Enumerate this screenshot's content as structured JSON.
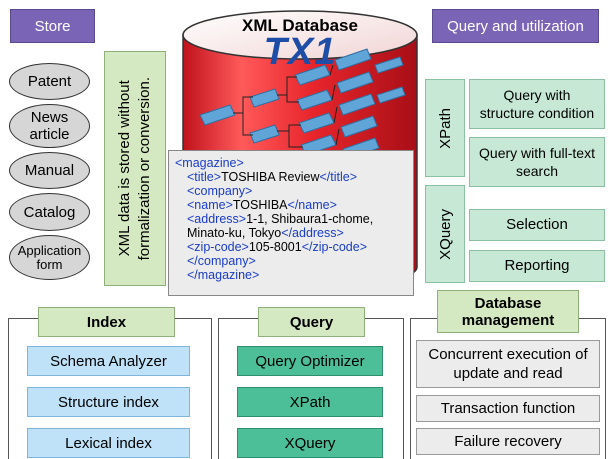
{
  "headers": {
    "store": "Store",
    "query_util": "Query and utilization"
  },
  "db": {
    "title": "XML Database",
    "logo": "TX1"
  },
  "store_items": [
    "Patent",
    "News article",
    "Manual",
    "Catalog",
    "Application form"
  ],
  "store_note": {
    "line1": "XML data is stored without",
    "line2": "formalization or conversion."
  },
  "xml_lines": [
    {
      "indent": 0,
      "parts": [
        [
          "t",
          "<magazine>"
        ]
      ]
    },
    {
      "indent": 1,
      "parts": [
        [
          "t",
          "<title>"
        ],
        [
          "d",
          "TOSHIBA Review"
        ],
        [
          "t",
          "</title>"
        ]
      ]
    },
    {
      "indent": 1,
      "parts": [
        [
          "t",
          "<company>"
        ]
      ]
    },
    {
      "indent": 1,
      "parts": [
        [
          "t",
          "<name>"
        ],
        [
          "d",
          "TOSHIBA"
        ],
        [
          "t",
          "</name>"
        ]
      ]
    },
    {
      "indent": 1,
      "parts": [
        [
          "t",
          "<address>"
        ],
        [
          "d",
          "1-1, Shibaura1-chome,"
        ]
      ]
    },
    {
      "indent": 1,
      "parts": [
        [
          "d",
          "Minato-ku, Tokyo"
        ],
        [
          "t",
          "</address>"
        ]
      ]
    },
    {
      "indent": 1,
      "parts": [
        [
          "t",
          "<zip-code>"
        ],
        [
          "d",
          "105-8001"
        ],
        [
          "t",
          "</zip-code>"
        ]
      ]
    },
    {
      "indent": 1,
      "parts": [
        [
          "t",
          "</company>"
        ]
      ]
    },
    {
      "indent": 1,
      "parts": [
        [
          "t",
          "</magazine>"
        ]
      ]
    }
  ],
  "query": {
    "xpath": "XPath",
    "xquery": "XQuery",
    "structure": "Query with structure condition",
    "fulltext": "Query with full-text search",
    "selection": "Selection",
    "reporting": "Reporting"
  },
  "index_panel": {
    "title": "Index",
    "items": [
      "Schema Analyzer",
      "Structure index",
      "Lexical index"
    ]
  },
  "query_panel": {
    "title": "Query",
    "items": [
      "Query Optimizer",
      "XPath",
      "XQuery"
    ]
  },
  "dbm_panel": {
    "title": "Database management",
    "items": [
      "Concurrent execution of update and read",
      "Transaction function",
      "Failure recovery"
    ]
  }
}
